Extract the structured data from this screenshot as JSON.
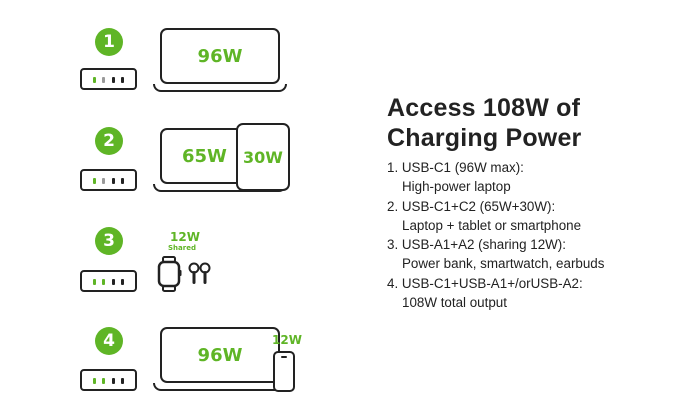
{
  "scenarios": [
    {
      "number": "1",
      "laptop_watts": "96W"
    },
    {
      "number": "2",
      "laptop_watts": "65W",
      "tablet_watts": "30W"
    },
    {
      "number": "3",
      "shared_watts": "12W",
      "shared_label": "Shared"
    },
    {
      "number": "4",
      "laptop_watts": "96W",
      "phone_watts": "12W"
    }
  ],
  "heading": {
    "line1": "Access 108W of",
    "line2": "Charging Power"
  },
  "list": [
    {
      "main": "1. USB-C1 (96W max):",
      "sub": "High-power laptop"
    },
    {
      "main": "2. USB-C1+C2 (65W+30W):",
      "sub": "Laptop + tablet or smartphone"
    },
    {
      "main": "3. USB-A1+A2 (sharing 12W):",
      "sub": "Power bank, smartwatch, earbuds"
    },
    {
      "main": "4. USB-C1+USB-A1+/orUSB-A2:",
      "sub": "108W total output"
    }
  ],
  "colors": {
    "accent": "#5fb526",
    "ink": "#222222",
    "port_grey": "#9a9a9a"
  }
}
